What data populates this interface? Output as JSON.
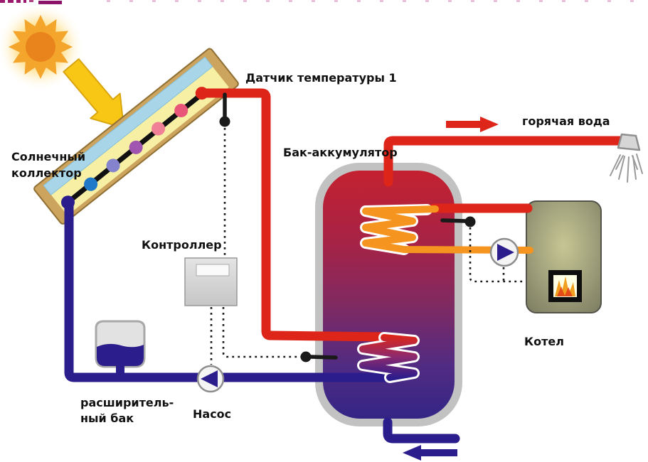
{
  "diagram": {
    "type": "solar-thermal-heating-schematic",
    "labels": {
      "sensor1": "Датчик температуры 1",
      "solar_collector_line1": "Солнечный",
      "solar_collector_line2": "коллектор",
      "storage_tank": "Бак-аккумулятор",
      "hot_water": "горячая вода",
      "controller": "Контроллер",
      "boiler": "Котел",
      "expansion_tank_line1": "расширитель-",
      "expansion_tank_line2": "ный бак",
      "pump": "Насос"
    },
    "components": [
      "sun",
      "solar-collector",
      "temperature-sensor-1",
      "controller",
      "storage-tank",
      "upper-heat-coil",
      "lower-heat-coil",
      "boiler",
      "boiler-pump",
      "solar-pump",
      "expansion-tank",
      "shower",
      "hot-water-outlet",
      "cold-water-inlet"
    ]
  },
  "colors": {
    "pipe_hot": "#dd2619",
    "pipe_cold": "#2b1d8c",
    "pipe_return": "#f5941e",
    "tank_border": "#c2c2c2",
    "tank_top": "#c42130",
    "tank_bottom": "#332585",
    "boiler_body": "#85856a",
    "sun_star": "#f4a52c",
    "sun_core": "#e8811c",
    "sun_arrow": "#f8c715",
    "collector_wood": "#cda45e",
    "collector_panel": "#f6efa4",
    "collector_glass": "#a9d5e8",
    "label": "#111111",
    "artifact_magenta": "#9c1a6e"
  }
}
